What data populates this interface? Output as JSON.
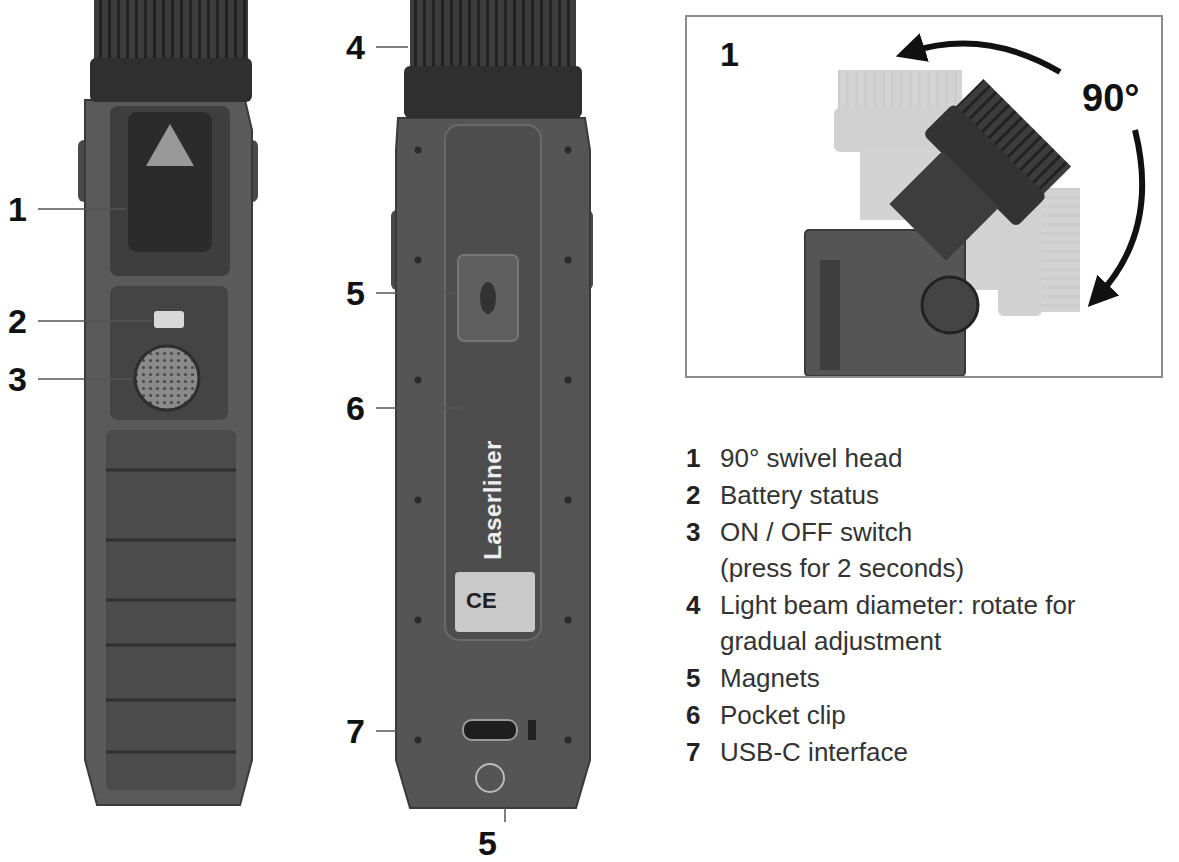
{
  "diagram": {
    "nodes": [
      {
        "text": [
          "1",
          "90°"
        ]
      }
    ],
    "labels": [
      "1",
      "2",
      "3",
      "4",
      "5",
      "6",
      "7",
      "5",
      "Laserliner",
      "CE",
      "1",
      "90° swivel head",
      "2",
      "Battery status",
      "3",
      "ON / OFF switch (press for 2 seconds)",
      "4",
      "Light beam diameter: rotate for gradual adjustment",
      "5",
      "Magnets",
      "6",
      "Pocket clip",
      "7",
      "USB-C interface"
    ]
  }
}
